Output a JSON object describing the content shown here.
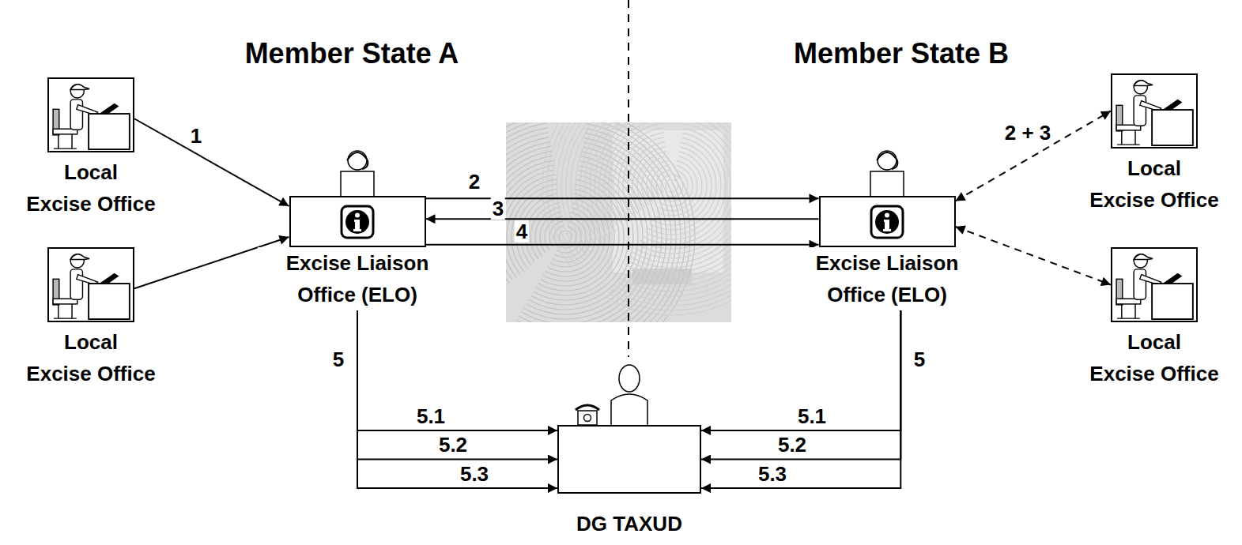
{
  "diagram": {
    "nodes": [
      {
        "text": [
          "Local Excise Office"
        ]
      },
      {
        "text": [
          "Local Excise Office"
        ]
      },
      {
        "text": [
          "Excise Liaison Office (ELO)"
        ]
      },
      {
        "text": [
          "Excise Liaison Office (ELO)"
        ]
      },
      {
        "text": [
          "Local Excise Office"
        ]
      },
      {
        "text": [
          "Local Excise Office"
        ]
      },
      {
        "text": [
          "DG TAXUD"
        ]
      }
    ],
    "edges": [
      {
        "from": 0,
        "to": 2,
        "arrow": "to",
        "label": "1"
      },
      {
        "from": 1,
        "to": 2,
        "arrow": "to"
      },
      {
        "from": 2,
        "to": 3,
        "arrow": "to",
        "label": "2"
      },
      {
        "from": 3,
        "to": 2,
        "arrow": "to",
        "label": "3"
      },
      {
        "from": 2,
        "to": 3,
        "arrow": "to",
        "label": "4"
      },
      {
        "from": 3,
        "to": 4,
        "arrow": "both",
        "label": "2 + 3"
      },
      {
        "from": 3,
        "to": 5,
        "arrow": "both"
      },
      {
        "from": 2,
        "to": 6,
        "arrow": "to",
        "label": "5.1"
      },
      {
        "from": 2,
        "to": 6,
        "arrow": "to",
        "label": "5.2"
      },
      {
        "from": 2,
        "to": 6,
        "arrow": "to",
        "label": "5.3"
      },
      {
        "from": 3,
        "to": 6,
        "arrow": "to",
        "label": "5.1"
      },
      {
        "from": 3,
        "to": 6,
        "arrow": "to",
        "label": "5.2"
      },
      {
        "from": 3,
        "to": 6,
        "arrow": "to",
        "label": "5.3"
      }
    ],
    "labels": [
      "Member State A",
      "Member State B",
      "5",
      "5"
    ]
  }
}
